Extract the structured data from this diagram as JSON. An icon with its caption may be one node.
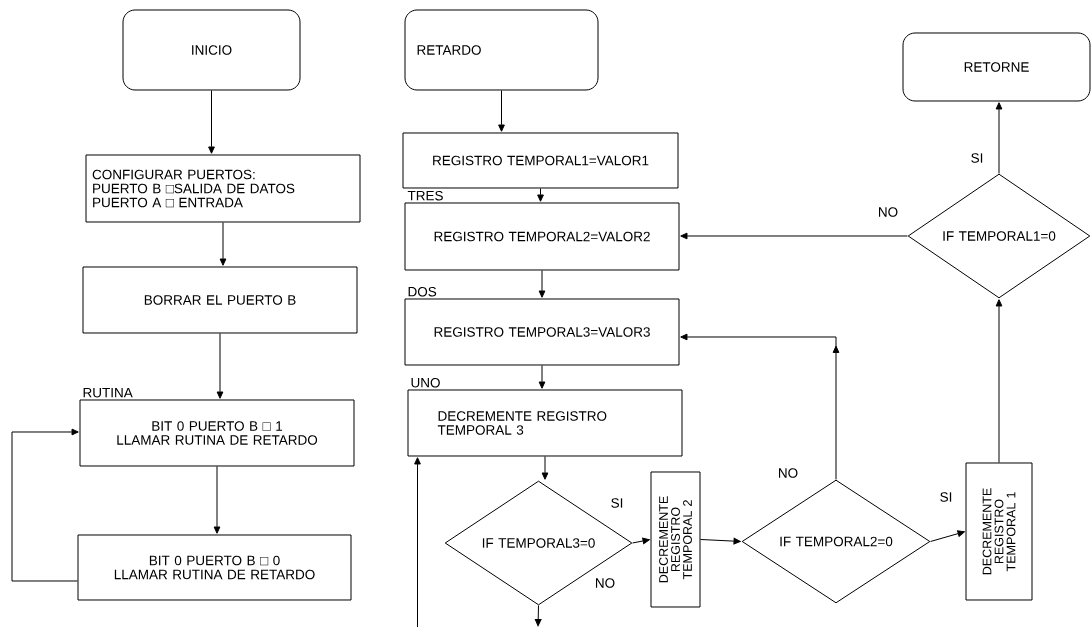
{
  "diagram": {
    "nodes": [
      {
        "text": [
          "INICIO"
        ]
      },
      {
        "text": [
          "CONFIGURAR PUERTOS:",
          "PUERTO B □SALIDA DE DATOS",
          "PUERTO A □ ENTRADA"
        ]
      },
      {
        "text": [
          "BORRAR EL PUERTO B"
        ]
      },
      {
        "text": [
          "BIT 0 PUERTO B □ 1",
          "LLAMAR RUTINA DE RETARDO"
        ],
        "beside": [
          "RUTINA"
        ]
      },
      {
        "text": [
          "BIT 0 PUERTO B □ 0",
          "LLAMAR RUTINA DE RETARDO"
        ]
      },
      {
        "text": [
          "RETARDO"
        ]
      },
      {
        "text": [
          "REGISTRO TEMPORAL1=VALOR1"
        ]
      },
      {
        "text": [
          "REGISTRO TEMPORAL2=VALOR2"
        ],
        "beside": [
          "TRES"
        ]
      },
      {
        "text": [
          "REGISTRO TEMPORAL3=VALOR3"
        ],
        "beside": [
          "DOS"
        ]
      },
      {
        "text": [
          "DECREMENTE REGISTRO TEMPORAL 3"
        ],
        "beside": [
          "UNO"
        ]
      },
      {
        "text": [
          "IF TEMPORAL3=0"
        ]
      },
      {
        "text": [
          "DECREMENTE REGISTRO TEMPORAL 2"
        ]
      },
      {
        "text": [
          "IF TEMPORAL2=0"
        ]
      },
      {
        "text": [
          "DECREMENTE REGISTRO TEMPORAL 1"
        ]
      },
      {
        "text": [
          "IF TEMPORAL1=0"
        ]
      },
      {
        "text": [
          "RETORNE"
        ]
      }
    ],
    "edges": [
      {
        "from": 0,
        "to": 1,
        "arrow": "to"
      },
      {
        "from": 1,
        "to": 2,
        "arrow": "to"
      },
      {
        "from": 2,
        "to": 3,
        "arrow": "to"
      },
      {
        "from": 3,
        "to": 4,
        "arrow": "to"
      },
      {
        "from": 4,
        "to": 3,
        "arrow": "to"
      },
      {
        "from": 5,
        "to": 6,
        "arrow": "to"
      },
      {
        "from": 6,
        "to": 7,
        "arrow": "to"
      },
      {
        "from": 7,
        "to": 8,
        "arrow": "to"
      },
      {
        "from": 8,
        "to": 9,
        "arrow": "to"
      },
      {
        "from": 9,
        "to": 10,
        "arrow": "to"
      },
      {
        "from": 10,
        "to": 11,
        "arrow": "to",
        "label": "SI"
      },
      {
        "from": 11,
        "to": 12,
        "arrow": "to"
      },
      {
        "from": 12,
        "to": 13,
        "arrow": "to",
        "label": "SI"
      },
      {
        "from": 13,
        "to": 14,
        "arrow": "to"
      },
      {
        "from": 14,
        "to": 15,
        "arrow": "to",
        "label": "SI"
      },
      {
        "from": 14,
        "to": 7,
        "arrow": "to",
        "label": "NO"
      },
      {
        "from": 12,
        "to": 8,
        "arrow": "to",
        "label": "NO"
      },
      {
        "from": 10,
        "to": null,
        "arrow": "to",
        "label": "NO"
      },
      {
        "from": null,
        "to": 9,
        "arrow": "to"
      }
    ]
  }
}
